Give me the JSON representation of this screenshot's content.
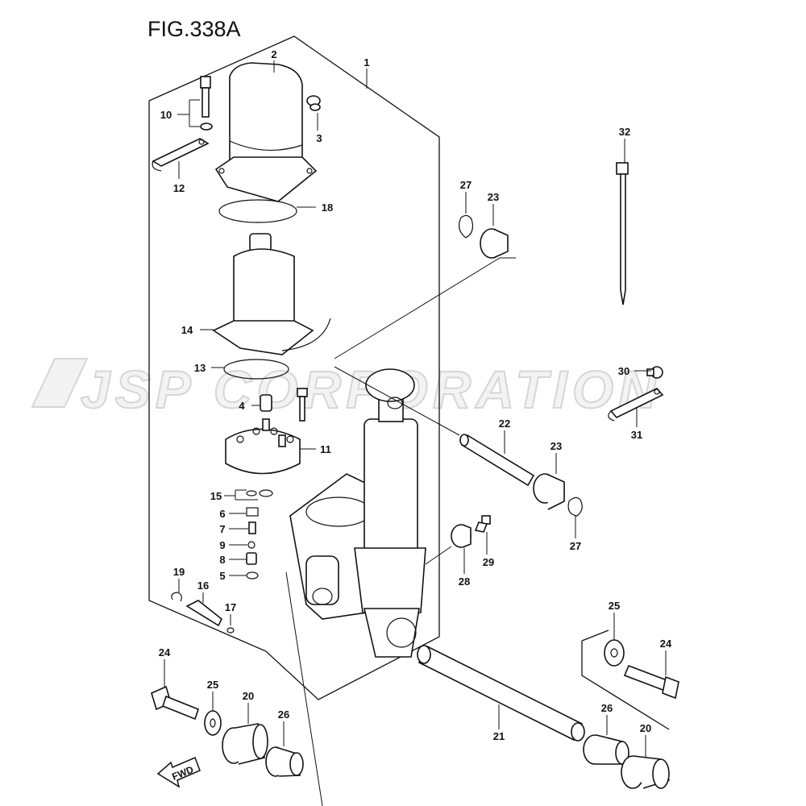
{
  "figure": {
    "title": "FIG.338A",
    "watermark": "JSP CORPORATION",
    "direction_marker": "FWD"
  },
  "callouts": [
    {
      "id": "c1",
      "label": "1"
    },
    {
      "id": "c2",
      "label": "2"
    },
    {
      "id": "c3",
      "label": "3"
    },
    {
      "id": "c4",
      "label": "4"
    },
    {
      "id": "c5",
      "label": "5"
    },
    {
      "id": "c6",
      "label": "6"
    },
    {
      "id": "c7",
      "label": "7"
    },
    {
      "id": "c8",
      "label": "8"
    },
    {
      "id": "c9",
      "label": "9"
    },
    {
      "id": "c10",
      "label": "10"
    },
    {
      "id": "c11",
      "label": "11"
    },
    {
      "id": "c12",
      "label": "12"
    },
    {
      "id": "c13",
      "label": "13"
    },
    {
      "id": "c14",
      "label": "14"
    },
    {
      "id": "c15",
      "label": "15"
    },
    {
      "id": "c16",
      "label": "16"
    },
    {
      "id": "c17",
      "label": "17"
    },
    {
      "id": "c18",
      "label": "18"
    },
    {
      "id": "c19",
      "label": "19"
    },
    {
      "id": "c20a",
      "label": "20"
    },
    {
      "id": "c20b",
      "label": "20"
    },
    {
      "id": "c21",
      "label": "21"
    },
    {
      "id": "c22",
      "label": "22"
    },
    {
      "id": "c23a",
      "label": "23"
    },
    {
      "id": "c23b",
      "label": "23"
    },
    {
      "id": "c24a",
      "label": "24"
    },
    {
      "id": "c24b",
      "label": "24"
    },
    {
      "id": "c25a",
      "label": "25"
    },
    {
      "id": "c25b",
      "label": "25"
    },
    {
      "id": "c26a",
      "label": "26"
    },
    {
      "id": "c26b",
      "label": "26"
    },
    {
      "id": "c27a",
      "label": "27"
    },
    {
      "id": "c27b",
      "label": "27"
    },
    {
      "id": "c28",
      "label": "28"
    },
    {
      "id": "c29",
      "label": "29"
    },
    {
      "id": "c30",
      "label": "30"
    },
    {
      "id": "c31",
      "label": "31"
    },
    {
      "id": "c32",
      "label": "32"
    }
  ]
}
